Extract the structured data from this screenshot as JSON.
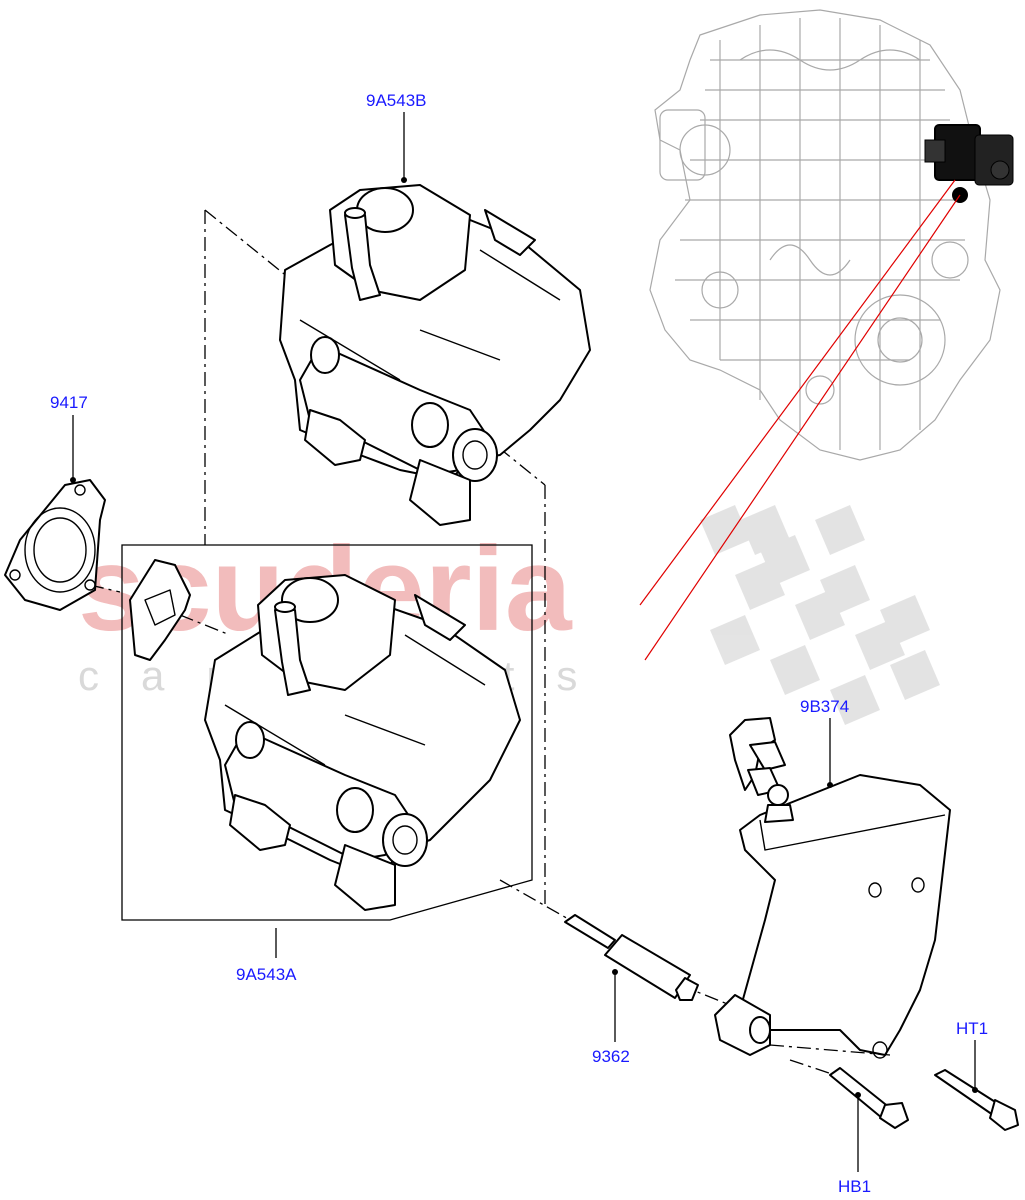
{
  "watermark": {
    "brand": "scuderia",
    "sub": "car parts",
    "brand_color": "#f2bcbc",
    "checker_color": "#dddddd"
  },
  "callouts": {
    "pump_upper": "9A543B",
    "gasket": "9417",
    "pump_assembly": "9A543A",
    "bracket": "9B374",
    "spacer": "9362",
    "bolt_top": "HT1",
    "bolt_bottom": "HB1"
  },
  "colors": {
    "callout_text": "#1a1aff",
    "line": "#000000",
    "locator_line": "#e00000",
    "engine_outline": "#a9a9a9"
  }
}
